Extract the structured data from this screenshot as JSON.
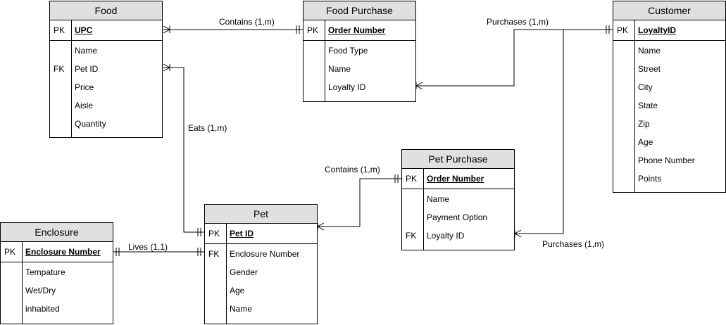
{
  "entities": {
    "food": {
      "title": "Food",
      "pk_tag": "PK",
      "pk": "UPC",
      "fk_tag": "FK",
      "attrs": [
        "Name",
        "Pet ID",
        "Price",
        "Aisle",
        "Quantity"
      ]
    },
    "food_purchase": {
      "title": "Food Purchase",
      "pk_tag": "PK",
      "pk": "Order Number",
      "attrs": [
        "Food Type",
        "Name",
        "Loyalty ID"
      ]
    },
    "customer": {
      "title": "Customer",
      "pk_tag": "PK",
      "pk": "LoyaltyID",
      "attrs": [
        "Name",
        "Street",
        "City",
        "State",
        "Zip",
        "Age",
        "Phone Number",
        "Points"
      ]
    },
    "pet_purchase": {
      "title": "Pet Purchase",
      "pk_tag": "PK",
      "pk": "Order Number",
      "fk_tag": "FK",
      "attrs": [
        "Name",
        "Payment Option",
        "Loyalty ID"
      ]
    },
    "pet": {
      "title": "Pet",
      "pk_tag": "PK",
      "pk": "Pet ID",
      "fk_tag": "FK",
      "attrs": [
        "Enclosure Number",
        "Gender",
        "Age",
        "Name"
      ]
    },
    "enclosure": {
      "title": "Enclosure",
      "pk_tag": "PK",
      "pk": "Enclosure Number",
      "attrs": [
        "Tempature",
        "Wet/Dry",
        "inhabited"
      ]
    }
  },
  "relationships": {
    "food_contains": "Contains (1,m)",
    "customer_food_purchases": "Purchases (1,m)",
    "pet_eats_food": "Eats (1,m)",
    "pet_contains": "Contains (1,m)",
    "customer_pet_purchases": "Purchases (1,m)",
    "enclosure_lives": "Lives (1,1)"
  }
}
